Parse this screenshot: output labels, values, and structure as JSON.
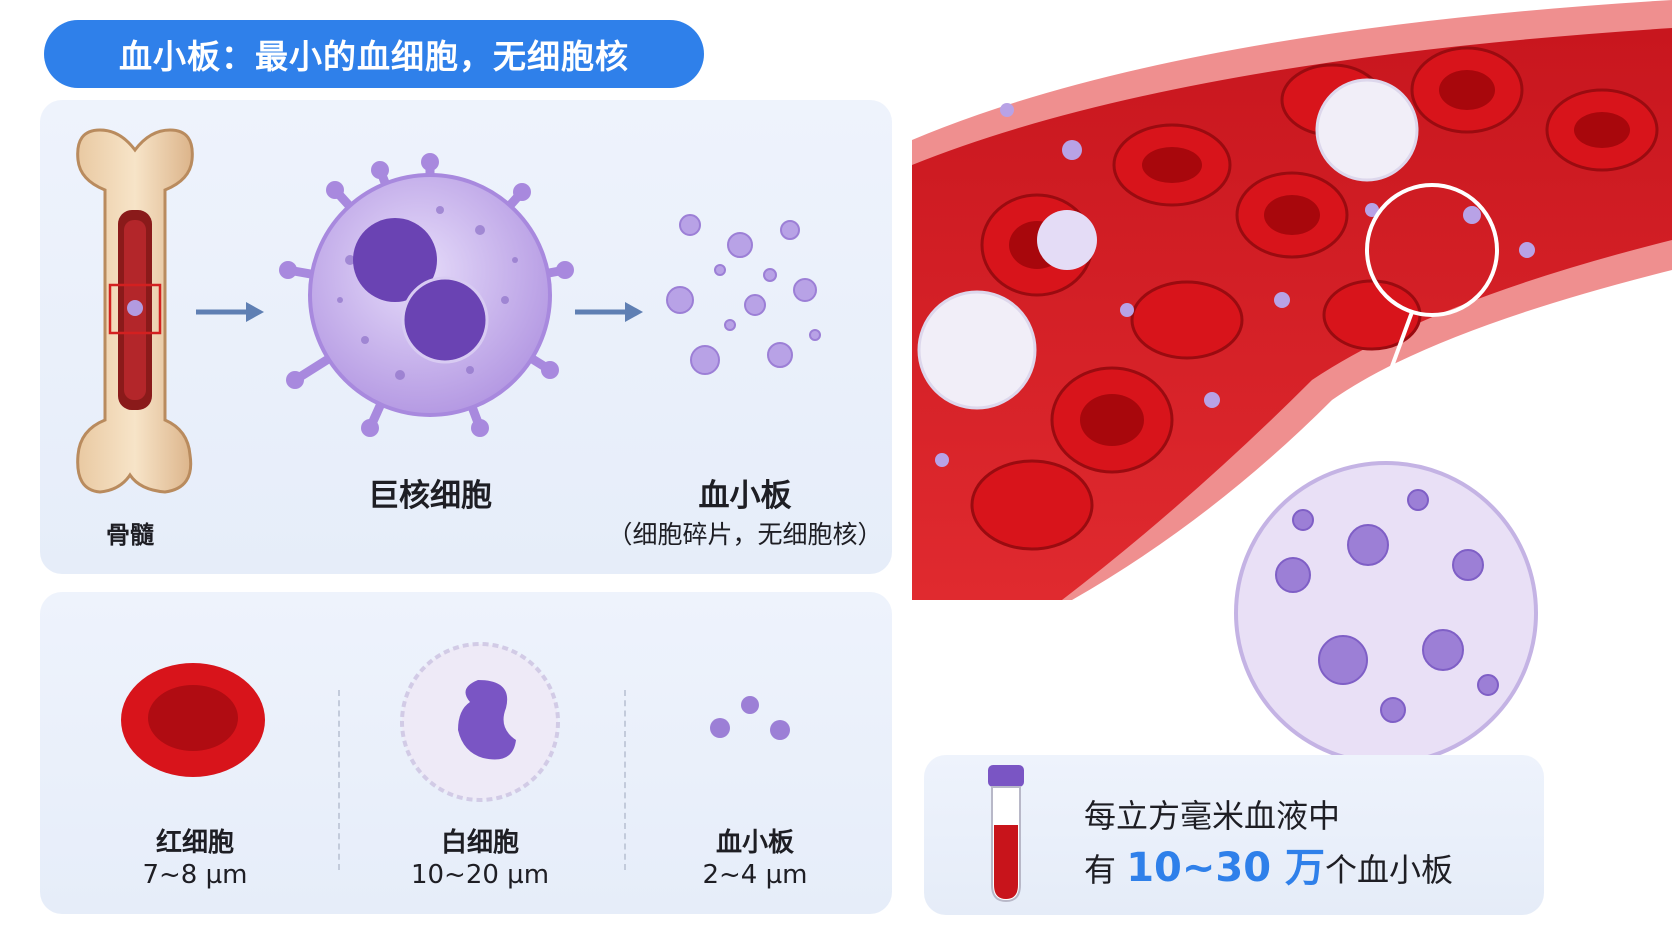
{
  "title": "血小板：最小的血细胞，无细胞核",
  "process": {
    "bone_label": "骨髓",
    "megakaryocyte_label": "巨核细胞",
    "platelet_label": "血小板",
    "platelet_note": "（细胞碎片，无细胞核）"
  },
  "comparison": [
    {
      "name": "红细胞",
      "size": "7~8 µm"
    },
    {
      "name": "白细胞",
      "size": "10~20 µm"
    },
    {
      "name": "血小板",
      "size": "2~4 µm"
    }
  ],
  "count_info": {
    "line1": "每立方毫米血液中",
    "prefix": "有 ",
    "number": "10~30 万",
    "suffix": "个血小板"
  },
  "colors": {
    "accent": "#2f80ea",
    "red_cell": "#d8141b",
    "platelet": "#9c7fd6",
    "panel_bg": "#e9eff9"
  }
}
